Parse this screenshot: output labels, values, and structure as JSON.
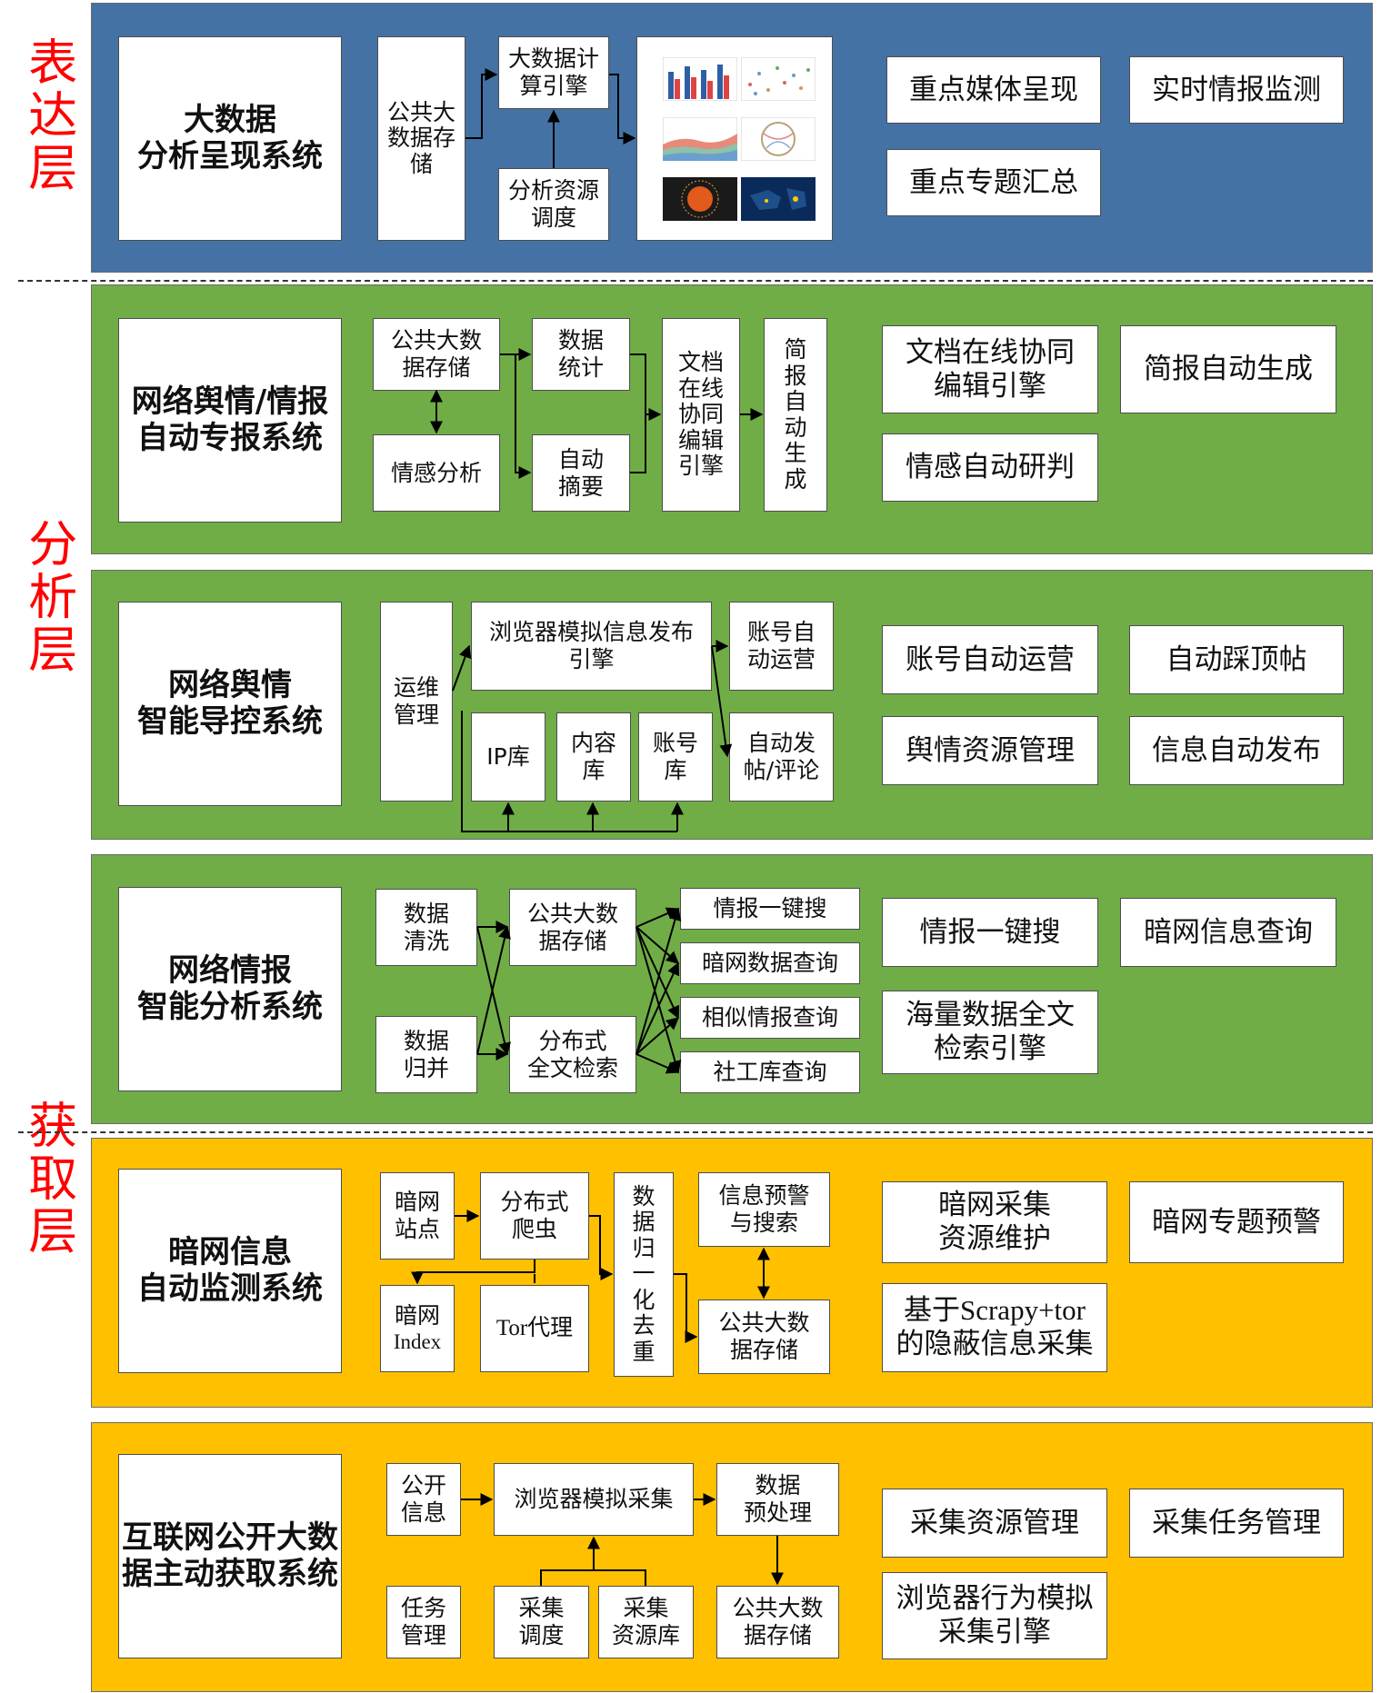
{
  "layers": {
    "express": "表达层",
    "analysis": "分析层",
    "acquire": "获取层"
  },
  "bands": {
    "b1": {
      "system": "大数据\n分析呈现系统",
      "storage": "公共大\n数据存\n储",
      "compute": "大数据计\n算引擎",
      "schedule": "分析资源\n调度",
      "features": [
        "重点媒体呈现",
        "实时情报监测",
        "重点专题汇总"
      ]
    },
    "b2": {
      "system": "网络舆情/情报\n自动专报系统",
      "storage": "公共大数\n据存储",
      "sentiment": "情感分析",
      "stats": "数据\n统计",
      "summary": "自动\n摘要",
      "editor": "文档\n在线\n协同\n编辑\n引擎",
      "brief": "简\n报\n自\n动\n生\n成",
      "features": [
        "文档在线协同\n编辑引擎",
        "简报自动生成",
        "情感自动研判"
      ]
    },
    "b3": {
      "system": "网络舆情\n智能导控系统",
      "ops": "运维\n管理",
      "browser": "浏览器模拟信息发布\n引擎",
      "account_ops": "账号自\n动运营",
      "auto_post": "自动发\n帖/评论",
      "ip": "IP库",
      "content": "内容\n库",
      "account": "账号\n库",
      "features": [
        "账号自动运营",
        "自动踩顶帖",
        "舆情资源管理",
        "信息自动发布"
      ]
    },
    "b4": {
      "system": "网络情报\n智能分析系统",
      "clean": "数据\n清洗",
      "merge": "数据\n归并",
      "storage": "公共大数\n据存储",
      "search": "分布式\n全文检索",
      "q1": "情报一键搜",
      "q2": "暗网数据查询",
      "q3": "相似情报查询",
      "q4": "社工库查询",
      "features": [
        "情报一键搜",
        "暗网信息查询",
        "海量数据全文\n检索引擎"
      ]
    },
    "b5": {
      "system": "暗网信息\n自动监测系统",
      "sites": "暗网\n站点",
      "crawler": "分布式\n爬虫",
      "index_a": "暗网",
      "index_b": "Index",
      "tor": "Tor代理",
      "dedup": "数\n据\n归\n一\n化\n去\n重",
      "warn": "信息预警\n与搜索",
      "storage": "公共大数\n据存储",
      "features": [
        "暗网采集\n资源维护",
        "暗网专题预警",
        "基于Scrapy+tor\n的隐蔽信息采集"
      ]
    },
    "b6": {
      "system": "互联网公开大数\n据主动获取系统",
      "public": "公开\n信息",
      "browser": "浏览器模拟采集",
      "preprocess": "数据\n预处理",
      "task": "任务\n管理",
      "sched": "采集\n调度",
      "resource": "采集\n资源库",
      "storage": "公共大数\n据存储",
      "features": [
        "采集资源管理",
        "采集任务管理",
        "浏览器行为模拟\n采集引擎"
      ]
    }
  },
  "colors": {
    "blue": "#4472a4",
    "green": "#70ad47",
    "gold": "#ffc000",
    "label_red": "#ff0000"
  }
}
